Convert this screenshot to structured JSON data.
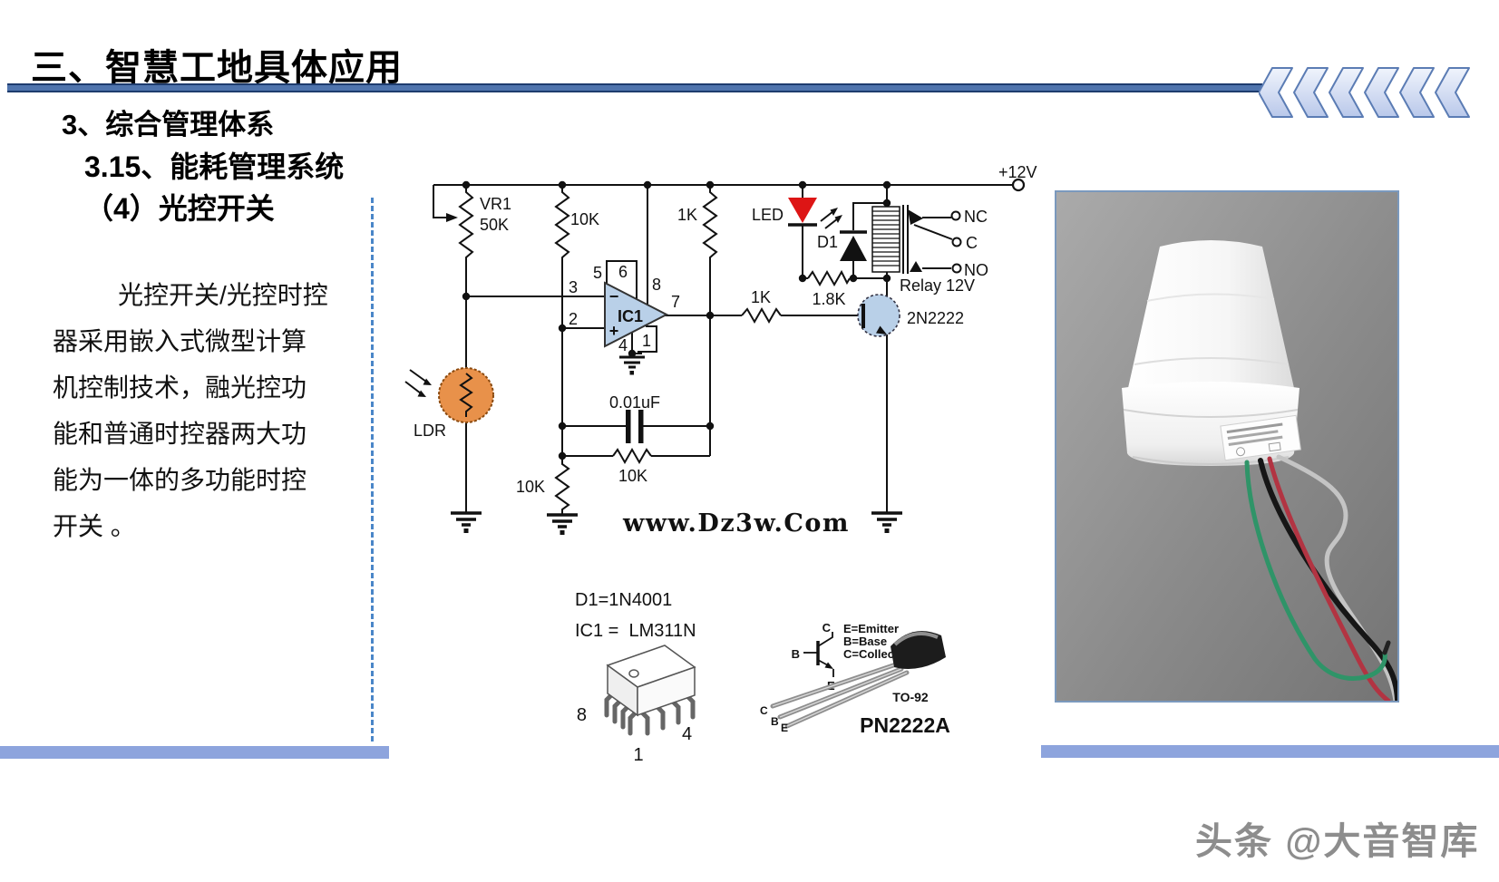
{
  "header": {
    "title": "三、智慧工地具体应用"
  },
  "subtitles": {
    "level1": "3、综合管理体系",
    "level2": "3.15、能耗管理系统",
    "level3": "（4）光控开关"
  },
  "body": {
    "paragraph": "光控开关/光控时控\n器采用嵌入式微型计算\n机控制技术，融光控功\n能和普通时控器两大功\n能为一体的多功能时控\n开关 。"
  },
  "circuit": {
    "supply_label": "+12V",
    "vr1_name": "VR1",
    "vr1_value": "50K",
    "r_top": "10K",
    "r_pullup": "1K",
    "led_label": "LED",
    "d1_label": "D1",
    "relay_nc": "NC",
    "relay_c": "C",
    "relay_no": "NO",
    "relay_label": "Relay 12V",
    "r_base": "1K",
    "r_18k": "1.8K",
    "transistor_label": "2N2222",
    "ic_name": "IC1",
    "minus": "−",
    "plus": "+",
    "pin1": "1",
    "pin2": "2",
    "pin3": "3",
    "pin4": "4",
    "pin5": "5",
    "pin6": "6",
    "pin7": "7",
    "pin8": "8",
    "ldr_label": "LDR",
    "cap_label": "0.01uF",
    "r_feedback": "10K",
    "r_ground": "10K",
    "watermark": "www.Dz3w.Com"
  },
  "parts": {
    "d1_equals": "D1=1N4001",
    "ic1_equals": "IC1 =  LM311N",
    "dip_pin8": "8",
    "dip_pin1": "1",
    "dip_pin4": "4",
    "sym_c": "C",
    "sym_b": "B",
    "sym_e": "E",
    "legend_e": "E=Emitter",
    "legend_b": "B=Base",
    "legend_c": "C=Collector",
    "pkg": "TO-92",
    "part_number": "PN2222A",
    "lead_c": "C",
    "lead_b": "B",
    "lead_e": "E"
  },
  "footer": {
    "watermark": "头条 @大音智库"
  },
  "colors": {
    "accent_blue": "#4f74ad",
    "bar_blue": "#8da4dd",
    "divider_dash_blue": "#4a86c8",
    "led_red": "#dd1515",
    "ldr_orange": "#e8914a",
    "ic_fill_blue": "#b9d0e8",
    "watermark_orange": "#e8a34f",
    "footer_gray": "#8d8d8d"
  }
}
